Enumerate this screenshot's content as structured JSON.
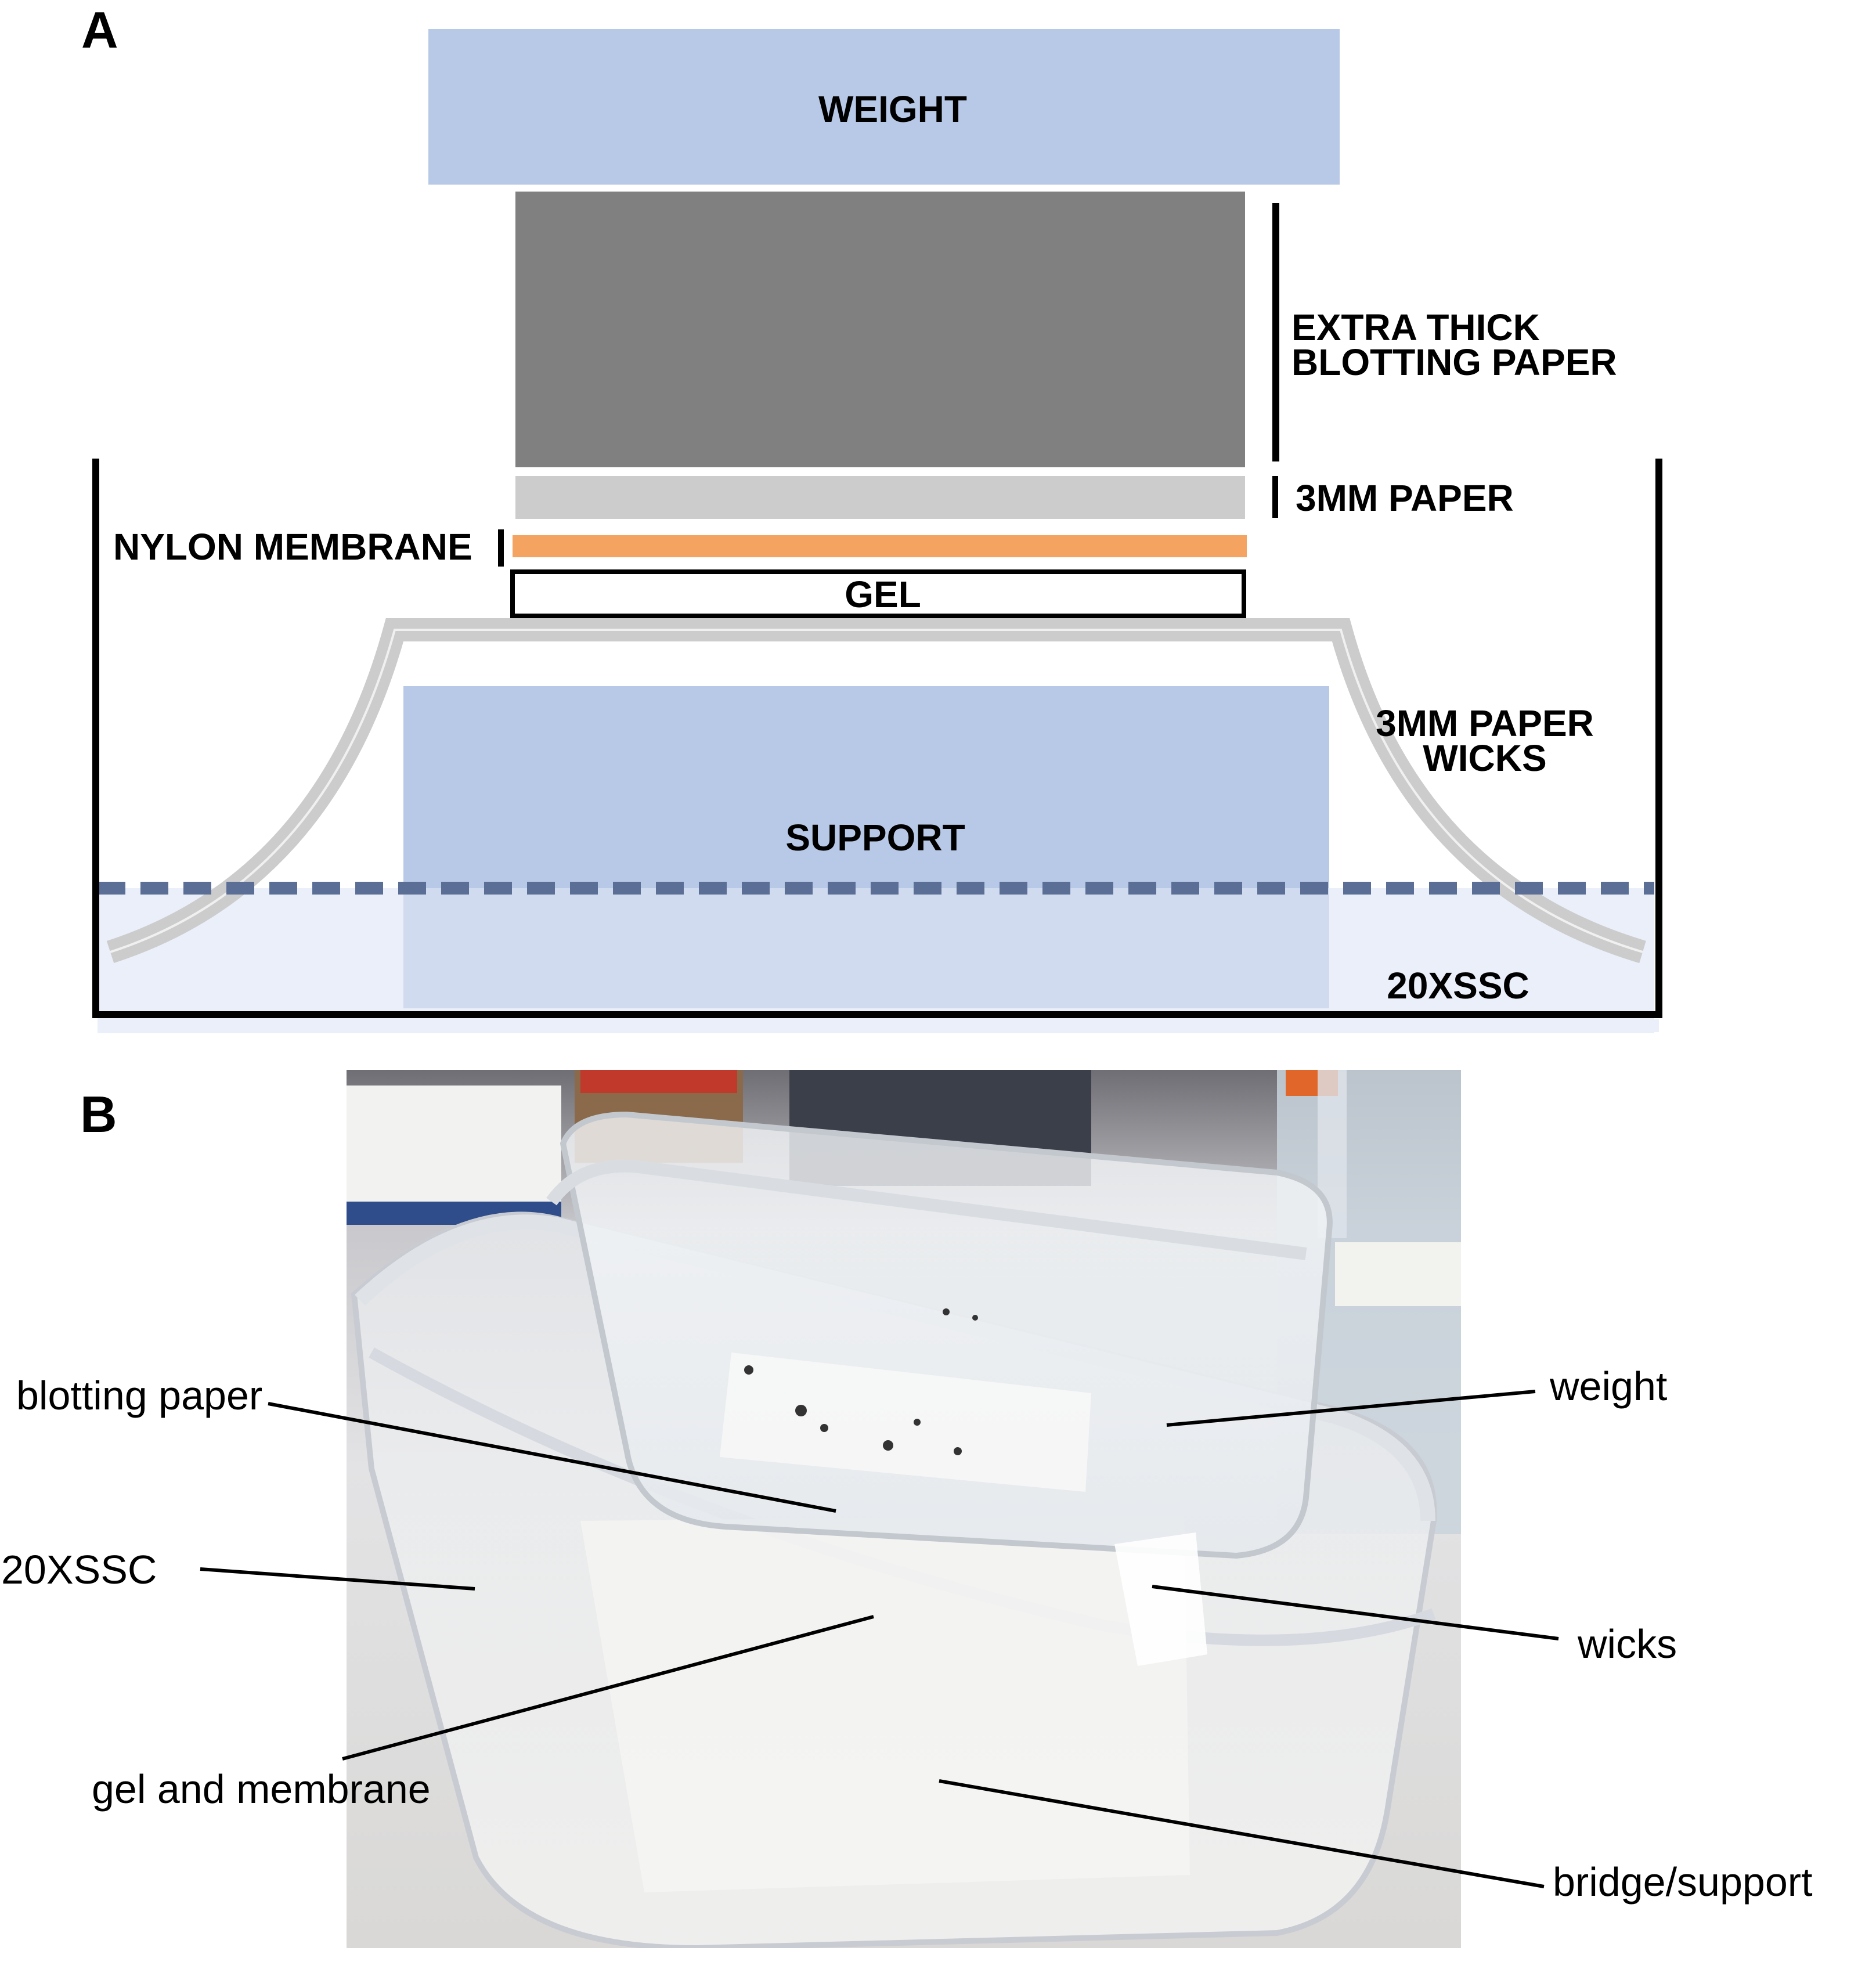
{
  "panel_a": {
    "letter": "A",
    "labels": {
      "weight": "WEIGHT",
      "blotting_paper_line1": "EXTRA THICK",
      "blotting_paper_line2": "BLOTTING PAPER",
      "paper_3mm": "3MM PAPER",
      "nylon_membrane": "NYLON MEMBRANE",
      "gel": "GEL",
      "wicks_line1": "3MM PAPER",
      "wicks_line2": "WICKS",
      "support": "SUPPORT",
      "buffer": "20XSSC"
    },
    "colors": {
      "weight": "#b8c9e7",
      "blotting_paper": "#808080",
      "paper_3mm": "#cccccc",
      "nylon_membrane": "#f4a460",
      "gel": "#ffffff",
      "support": "#b8c9e7",
      "wicks": "#cccccc",
      "buffer": "#eaeff9",
      "liquid_line": "#5b6e96",
      "tray": "#000000"
    }
  },
  "panel_b": {
    "letter": "B",
    "labels": {
      "blotting_paper": "blotting paper",
      "buffer": "20XSSC",
      "gel_and_membrane": "gel and membrane",
      "weight": "weight",
      "wicks": "wicks",
      "bridge_support": "bridge/support"
    }
  }
}
